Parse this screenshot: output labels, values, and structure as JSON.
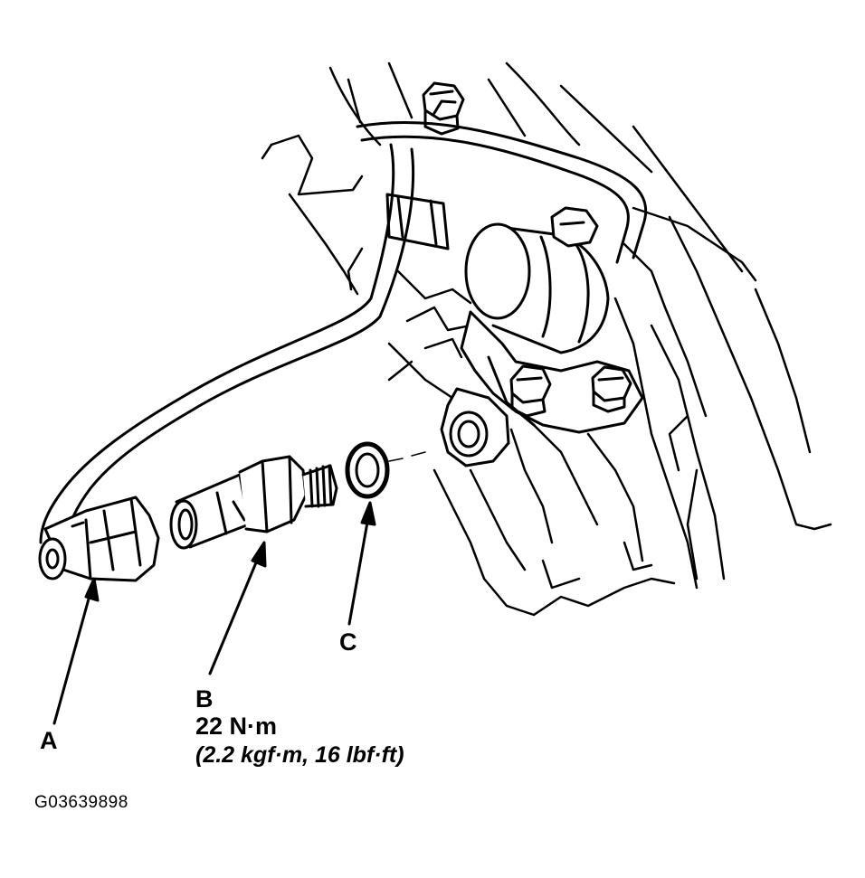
{
  "labels": {
    "a": "A",
    "b": "B",
    "c": "C"
  },
  "torque": {
    "value": "22 N·m",
    "alt": "(2.2 kgf·m, 16 lbf·ft)"
  },
  "figure_id": "G03639898",
  "colors": {
    "ink": "#000000",
    "paper": "#ffffff"
  }
}
